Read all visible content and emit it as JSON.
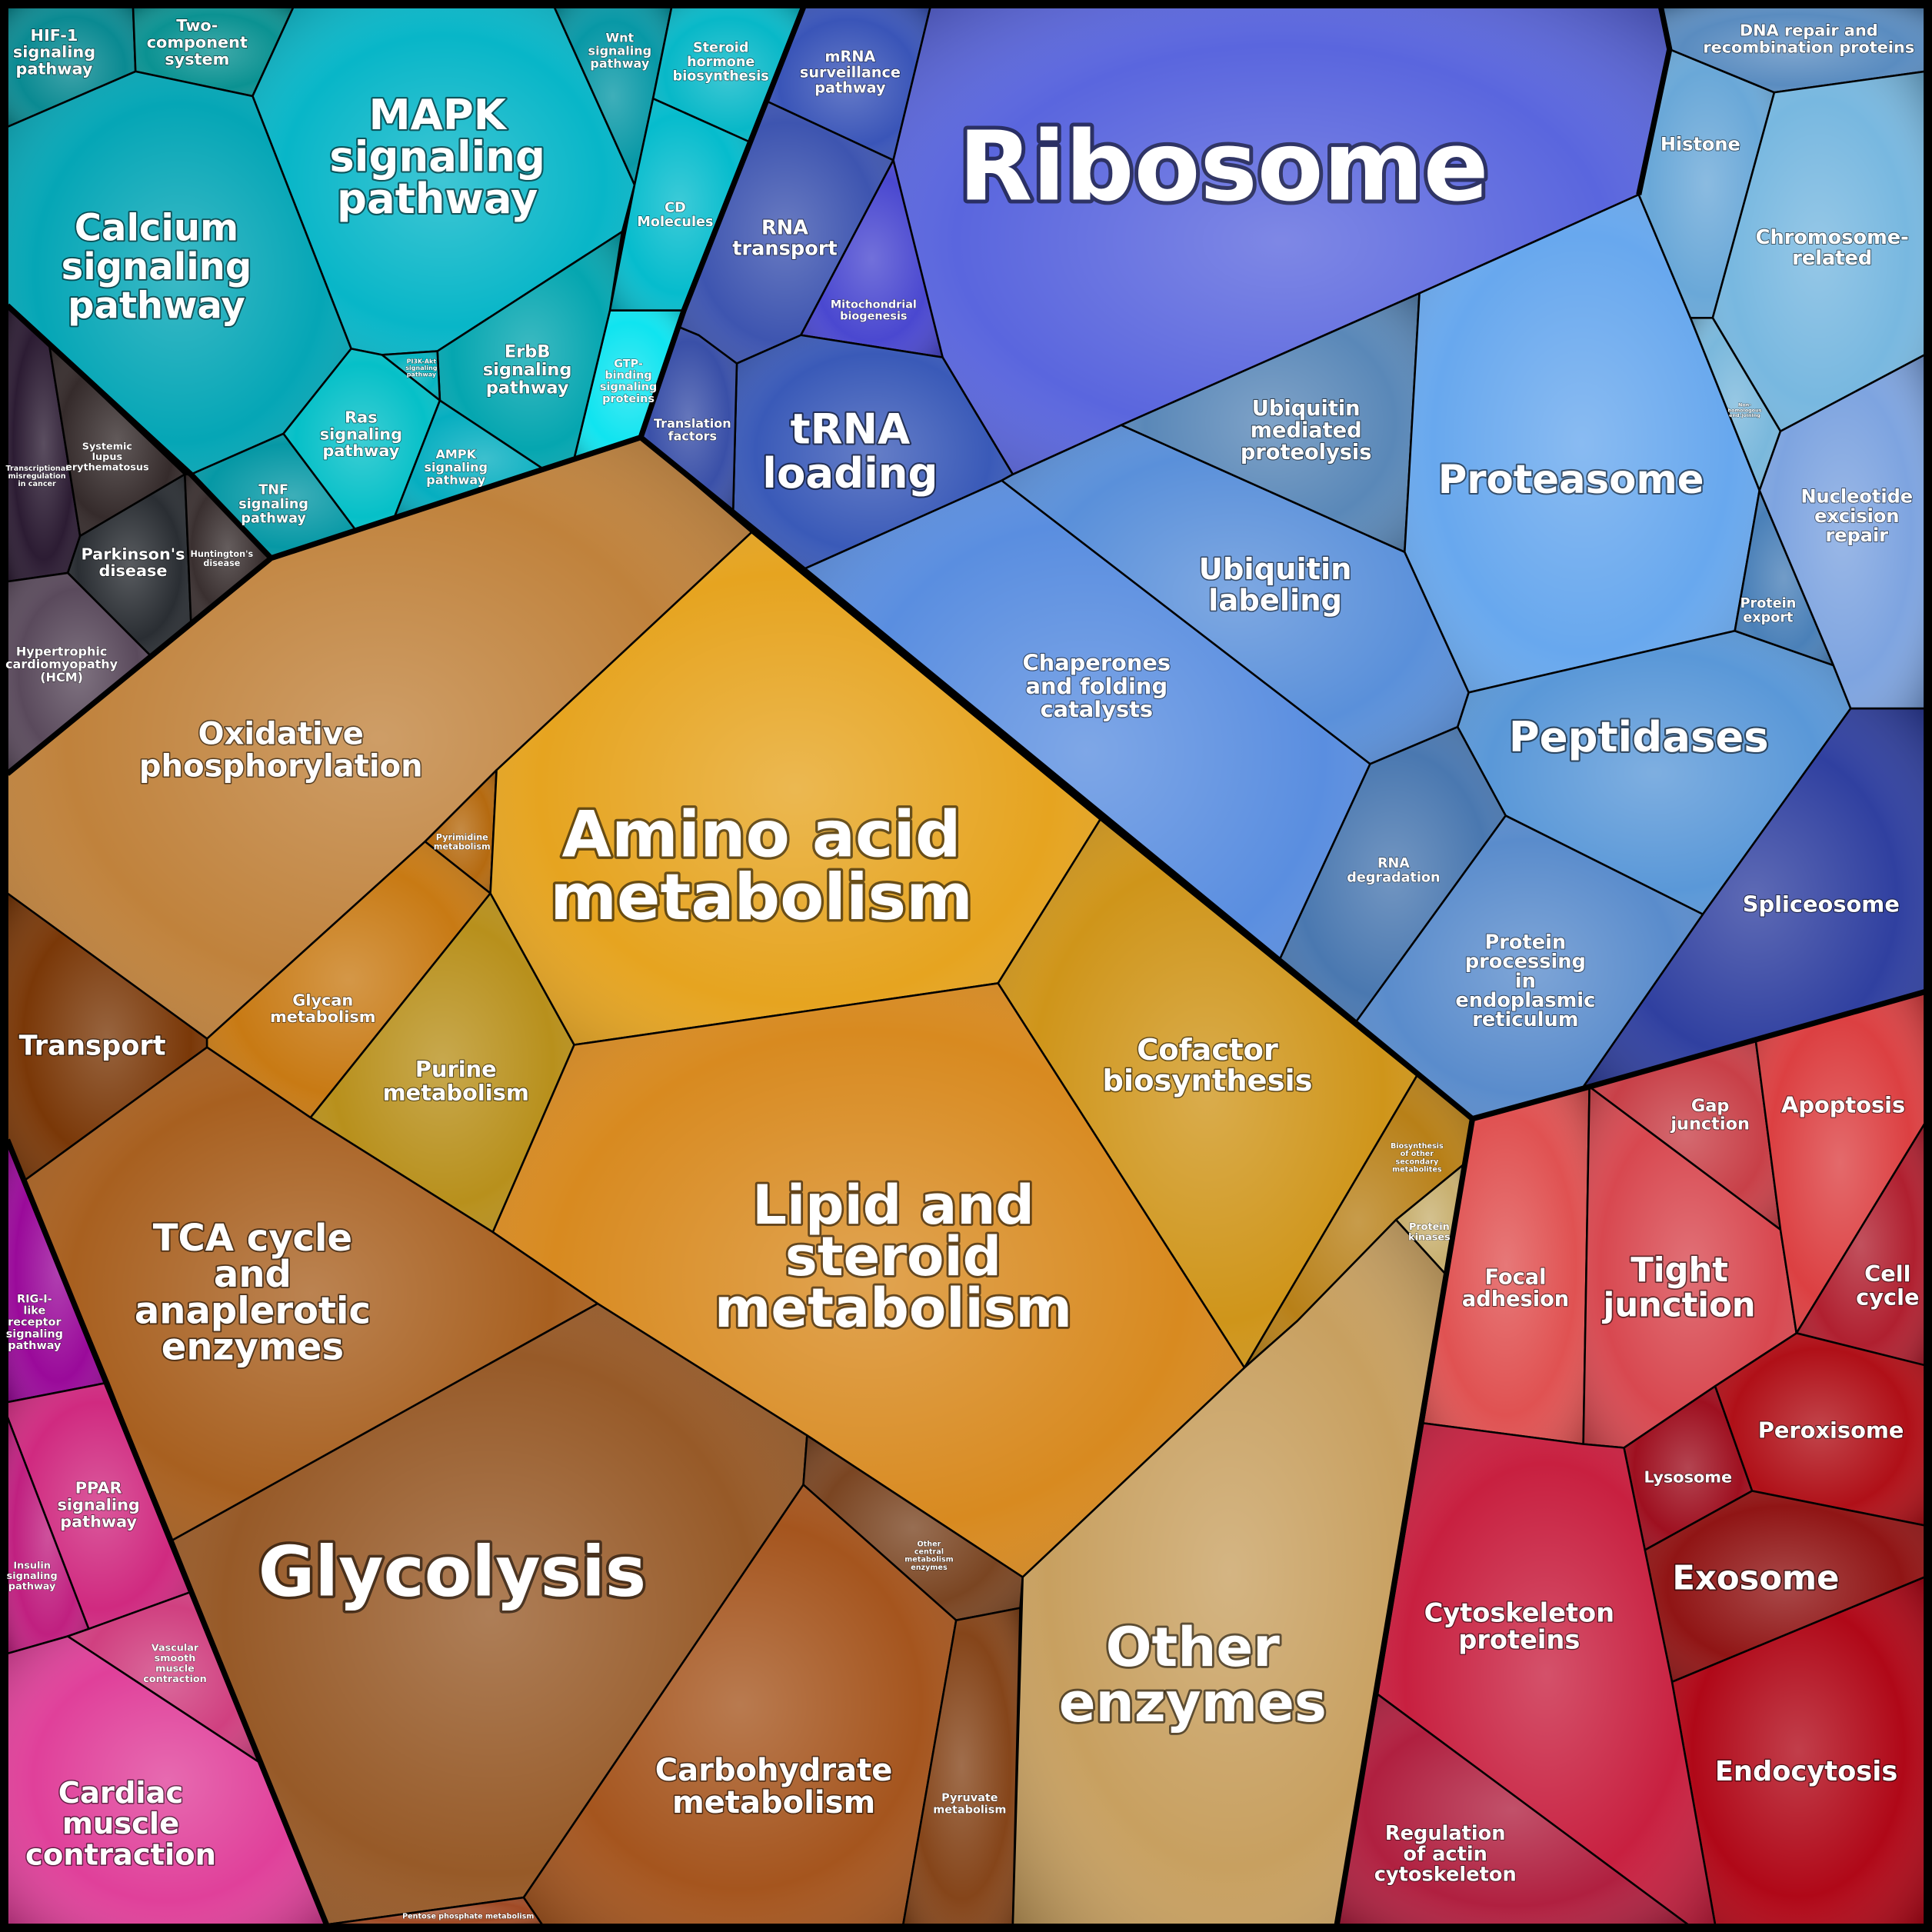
{
  "cells": [
    {
      "id": "hif1",
      "lines": [
        "HIF-1",
        "signaling",
        "pathway"
      ],
      "color": "#0a8a92"
    },
    {
      "id": "twocomp",
      "lines": [
        "Two-",
        "component",
        "system"
      ],
      "color": "#0b9292"
    },
    {
      "id": "mapk",
      "lines": [
        "MAPK",
        "signaling",
        "pathway"
      ],
      "color": "#08b6c8"
    },
    {
      "id": "calcium",
      "lines": [
        "Calcium",
        "signaling",
        "pathway"
      ],
      "color": "#05a6b6"
    },
    {
      "id": "wnt",
      "lines": [
        "Wnt",
        "signaling",
        "pathway"
      ],
      "color": "#0898a6"
    },
    {
      "id": "steroid",
      "lines": [
        "Steroid",
        "hormone",
        "biosynthesis"
      ],
      "color": "#08b8c8"
    },
    {
      "id": "cd",
      "lines": [
        "CD",
        "Molecules"
      ],
      "color": "#06bccd"
    },
    {
      "id": "gtp",
      "lines": [
        "GTP-",
        "binding",
        "signaling",
        "proteins"
      ],
      "color": "#10e4f0"
    },
    {
      "id": "erbb",
      "lines": [
        "ErbB",
        "signaling",
        "pathway"
      ],
      "color": "#05a6b0"
    },
    {
      "id": "pi3k",
      "lines": [
        "PI3K-Akt",
        "signaling",
        "pathway"
      ],
      "color": "#07b4c0"
    },
    {
      "id": "ras",
      "lines": [
        "Ras",
        "signaling",
        "pathway"
      ],
      "color": "#06c0c8"
    },
    {
      "id": "ampk",
      "lines": [
        "AMPK",
        "signaling",
        "pathway"
      ],
      "color": "#06aec0"
    },
    {
      "id": "tnf",
      "lines": [
        "TNF",
        "signaling",
        "pathway"
      ],
      "color": "#0698a5"
    },
    {
      "id": "transcr",
      "lines": [
        "Transcriptional",
        "misregulation",
        "in cancer"
      ],
      "color": "#2c1c33"
    },
    {
      "id": "sle",
      "lines": [
        "Systemic",
        "lupus",
        "erythematosus"
      ],
      "color": "#352b2b"
    },
    {
      "id": "parkinsons",
      "lines": [
        "Parkinson's",
        "disease"
      ],
      "color": "#2a2e33"
    },
    {
      "id": "huntington",
      "lines": [
        "Huntington's",
        "disease"
      ],
      "color": "#3a3030"
    },
    {
      "id": "hcm",
      "lines": [
        "Hypertrophic",
        "cardiomyopathy",
        "(HCM)"
      ],
      "color": "#5a4a5c"
    },
    {
      "id": "oxphos",
      "lines": [
        "Oxidative",
        "phosphorylation"
      ],
      "color": "#c0823c"
    },
    {
      "id": "transport",
      "lines": [
        "Transport"
      ],
      "color": "#7a3808"
    },
    {
      "id": "pyrimidine",
      "lines": [
        "Pyrimidine",
        "metabolism"
      ],
      "color": "#b56a10"
    },
    {
      "id": "glycan",
      "lines": [
        "Glycan",
        "metabolism"
      ],
      "color": "#c87a14"
    },
    {
      "id": "purine",
      "lines": [
        "Purine",
        "metabolism"
      ],
      "color": "#b8901c"
    },
    {
      "id": "amino",
      "lines": [
        "Amino acid",
        "metabolism"
      ],
      "color": "#e6a420"
    },
    {
      "id": "cofactor",
      "lines": [
        "Cofactor",
        "biosynthesis"
      ],
      "color": "#cf951a"
    },
    {
      "id": "biosynth",
      "lines": [
        "Biosynthesis",
        "of other",
        "secondary",
        "metabolites"
      ],
      "color": "#b88018"
    },
    {
      "id": "kinases",
      "lines": [
        "Protein",
        "kinases"
      ],
      "color": "#c8b070"
    },
    {
      "id": "lipid",
      "lines": [
        "Lipid and",
        "steroid",
        "metabolism"
      ],
      "color": "#d88a20"
    },
    {
      "id": "tca",
      "lines": [
        "TCA cycle",
        "and",
        "anaplerotic",
        "enzymes"
      ],
      "color": "#a86020"
    },
    {
      "id": "glycolysis",
      "lines": [
        "Glycolysis"
      ],
      "color": "#975a28"
    },
    {
      "id": "othercentral",
      "lines": [
        "Other",
        "central",
        "metabolism",
        "enzymes"
      ],
      "color": "#7a4522"
    },
    {
      "id": "carbo",
      "lines": [
        "Carbohydrate",
        "metabolism"
      ],
      "color": "#a5551e"
    },
    {
      "id": "pyruvate",
      "lines": [
        "Pyruvate",
        "metabolism"
      ],
      "color": "#85451a"
    },
    {
      "id": "pentose",
      "lines": [
        "Pentose phosphate metabolism"
      ],
      "color": "#a04a25"
    },
    {
      "id": "otherenz",
      "lines": [
        "Other",
        "enzymes"
      ],
      "color": "#c8a060"
    },
    {
      "id": "mrna",
      "lines": [
        "mRNA",
        "surveillance",
        "pathway"
      ],
      "color": "#3a55b8"
    },
    {
      "id": "ribosome",
      "lines": [
        "Ribosome"
      ],
      "color": "#5a66de"
    },
    {
      "id": "rnatransport",
      "lines": [
        "RNA",
        "transport"
      ],
      "color": "#3e55b0"
    },
    {
      "id": "mito",
      "lines": [
        "Mitochondrial",
        "biogenesis"
      ],
      "color": "#4a48d0"
    },
    {
      "id": "trna",
      "lines": [
        "tRNA",
        "loading"
      ],
      "color": "#3a5ab8"
    },
    {
      "id": "transl",
      "lines": [
        "Translation",
        "factors"
      ],
      "color": "#3a50a8"
    },
    {
      "id": "chaperones",
      "lines": [
        "Chaperones",
        "and folding",
        "catalysts"
      ],
      "color": "#5a8ee0"
    },
    {
      "id": "ubilab",
      "lines": [
        "Ubiquitin",
        "labeling"
      ],
      "color": "#5a90da"
    },
    {
      "id": "ubimed",
      "lines": [
        "Ubiquitin",
        "mediated",
        "proteolysis"
      ],
      "color": "#5a88b8"
    },
    {
      "id": "proteasome",
      "lines": [
        "Proteasome"
      ],
      "color": "#68a8ee"
    },
    {
      "id": "peptidases",
      "lines": [
        "Peptidases"
      ],
      "color": "#5a98d8"
    },
    {
      "id": "protexport",
      "lines": [
        "Protein",
        "export"
      ],
      "color": "#4a80b8"
    },
    {
      "id": "histone",
      "lines": [
        "Histone"
      ],
      "color": "#6aa8d8"
    },
    {
      "id": "dnarepair",
      "lines": [
        "DNA repair and",
        "recombination proteins"
      ],
      "color": "#5a8cc0"
    },
    {
      "id": "chromo",
      "lines": [
        "Chromosome-",
        "related"
      ],
      "color": "#78b8e0"
    },
    {
      "id": "nhej",
      "lines": [
        "Non-",
        "homologous",
        "end-joining"
      ],
      "color": "#7ab8dc"
    },
    {
      "id": "ner",
      "lines": [
        "Nucleotide",
        "excision",
        "repair"
      ],
      "color": "#7ea4e0"
    },
    {
      "id": "spliceosome",
      "lines": [
        "Spliceosome"
      ],
      "color": "#3040a0"
    },
    {
      "id": "rnadeg",
      "lines": [
        "RNA",
        "degradation"
      ],
      "color": "#4a78b0"
    },
    {
      "id": "protproc",
      "lines": [
        "Protein",
        "processing",
        "in",
        "endoplasmic",
        "reticulum"
      ],
      "color": "#5a8ccc"
    },
    {
      "id": "focal",
      "lines": [
        "Focal",
        "adhesion"
      ],
      "color": "#e05252"
    },
    {
      "id": "gap",
      "lines": [
        "Gap",
        "junction"
      ],
      "color": "#c84048"
    },
    {
      "id": "tight",
      "lines": [
        "Tight",
        "junction"
      ],
      "color": "#d84850"
    },
    {
      "id": "apoptosis",
      "lines": [
        "Apoptosis"
      ],
      "color": "#dc4042"
    },
    {
      "id": "cellcycle",
      "lines": [
        "Cell",
        "cycle"
      ],
      "color": "#b02030"
    },
    {
      "id": "lysosome",
      "lines": [
        "Lysosome"
      ],
      "color": "#9e1020"
    },
    {
      "id": "peroxisome",
      "lines": [
        "Peroxisome"
      ],
      "color": "#b01018"
    },
    {
      "id": "exosome",
      "lines": [
        "Exosome"
      ],
      "color": "#901515"
    },
    {
      "id": "endocytosis",
      "lines": [
        "Endocytosis"
      ],
      "color": "#b00818"
    },
    {
      "id": "cytoskel",
      "lines": [
        "Cytoskeleton",
        "proteins"
      ],
      "color": "#c82040"
    },
    {
      "id": "regactin",
      "lines": [
        "Regulation",
        "of actin",
        "cytoskeleton"
      ],
      "color": "#b02040"
    },
    {
      "id": "rig",
      "lines": [
        "RIG-I-",
        "like",
        "receptor",
        "signaling",
        "pathway"
      ],
      "color": "#9a0a9a"
    },
    {
      "id": "ppar",
      "lines": [
        "PPAR",
        "signaling",
        "pathway"
      ],
      "color": "#d02a80"
    },
    {
      "id": "insulin",
      "lines": [
        "Insulin",
        "signaling",
        "pathway"
      ],
      "color": "#c02080"
    },
    {
      "id": "vascular",
      "lines": [
        "Vascular",
        "smooth",
        "muscle",
        "contraction"
      ],
      "color": "#d04080"
    },
    {
      "id": "cardiac",
      "lines": [
        "Cardiac",
        "muscle",
        "contraction"
      ],
      "color": "#e0409a"
    }
  ]
}
